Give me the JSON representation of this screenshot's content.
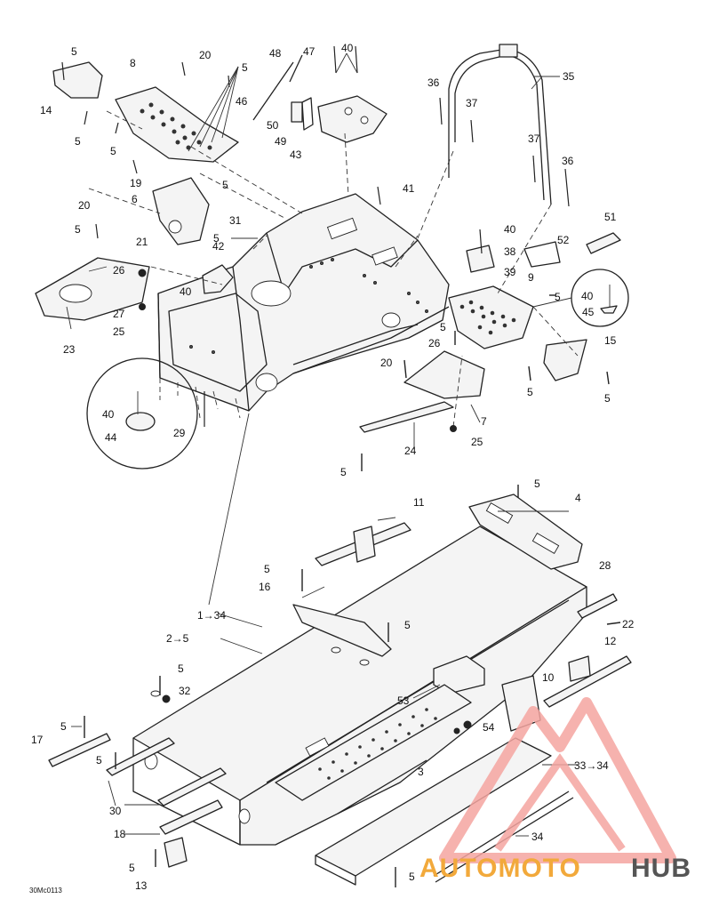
{
  "drawing_code": "30Mc0113",
  "watermark": {
    "brand_left": "AUTOMOTO",
    "brand_right": "HUB",
    "color_orange": "#f2a93b",
    "color_red": "#e5332a",
    "color_grey": "#555555"
  },
  "callouts": {
    "c1": "1→34",
    "c2": "2→5",
    "c3": "3",
    "c4": "4",
    "c5": "5",
    "c6": "6",
    "c7": "7",
    "c8": "8",
    "c9": "9",
    "c10": "10",
    "c11": "11",
    "c12": "12",
    "c13": "13",
    "c14": "14",
    "c15": "15",
    "c16": "16",
    "c17": "17",
    "c18": "18",
    "c19": "19",
    "c20": "20",
    "c21": "21",
    "c22": "22",
    "c23": "23",
    "c24": "24",
    "c25": "25",
    "c26": "26",
    "c27": "27",
    "c28": "28",
    "c29": "29",
    "c30": "30",
    "c31": "31",
    "c32": "32",
    "c33": "33→34",
    "c34": "34",
    "c35": "35",
    "c36": "36",
    "c37": "37",
    "c38": "38",
    "c39": "39",
    "c40": "40",
    "c41": "41",
    "c42": "42",
    "c43": "43",
    "c44": "44",
    "c45": "45",
    "c46": "46",
    "c47": "47",
    "c48": "48",
    "c49": "49",
    "c50": "50",
    "c51": "51",
    "c52": "52",
    "c53": "53",
    "c54": "54"
  }
}
